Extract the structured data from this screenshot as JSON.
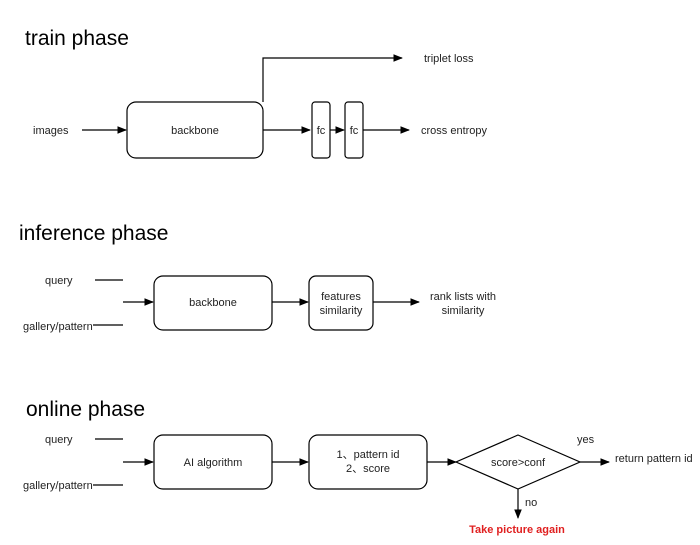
{
  "train": {
    "title": "train phase",
    "input": "images",
    "backbone": "backbone",
    "fc1": "fc",
    "fc2": "fc",
    "triplet": "triplet loss",
    "cross": "cross entropy"
  },
  "inference": {
    "title": "inference phase",
    "query": "query",
    "gallery": "gallery/pattern",
    "backbone": "backbone",
    "features_line1": "features",
    "features_line2": "similarity",
    "output_line1": "rank lists with",
    "output_line2": "similarity"
  },
  "online": {
    "title": "online phase",
    "query": "query",
    "gallery": "gallery/pattern",
    "algorithm": "AI algorithm",
    "result_line1": "1、pattern id",
    "result_line2": "2、score",
    "decision": "score>conf",
    "yes": "yes",
    "no": "no",
    "output": "return pattern id",
    "retry": "Take picture again"
  },
  "colors": {
    "retry": "#e02020"
  }
}
